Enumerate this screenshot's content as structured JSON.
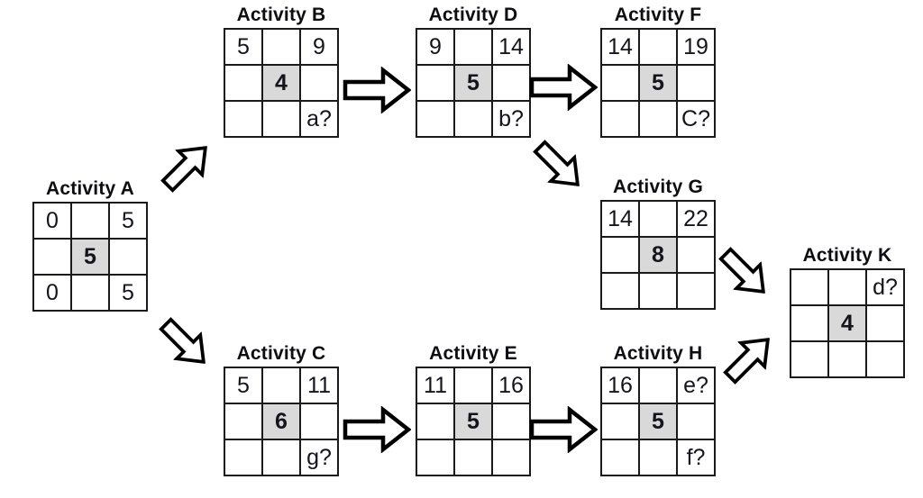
{
  "diagram_type": "activity-on-node network diagram",
  "colors": {
    "background": "#ffffff",
    "grid_line": "#1a1a1a",
    "duration_cell_fill": "#d9d9d9",
    "arrow_fill": "#ffffff",
    "arrow_outline": "#000000",
    "text": "#14141c"
  },
  "activities": {
    "A": {
      "title": "Activity A",
      "grid": [
        [
          "0",
          "",
          "5"
        ],
        [
          "",
          "5",
          ""
        ],
        [
          "0",
          "",
          "5"
        ]
      ]
    },
    "B": {
      "title": "Activity B",
      "grid": [
        [
          "5",
          "",
          "9"
        ],
        [
          "",
          "4",
          ""
        ],
        [
          "",
          "",
          "a?"
        ]
      ]
    },
    "C": {
      "title": "Activity C",
      "grid": [
        [
          "5",
          "",
          "11"
        ],
        [
          "",
          "6",
          ""
        ],
        [
          "",
          "",
          "g?"
        ]
      ]
    },
    "D": {
      "title": "Activity D",
      "grid": [
        [
          "9",
          "",
          "14"
        ],
        [
          "",
          "5",
          ""
        ],
        [
          "",
          "",
          "b?"
        ]
      ]
    },
    "E": {
      "title": "Activity E",
      "grid": [
        [
          "11",
          "",
          "16"
        ],
        [
          "",
          "5",
          ""
        ],
        [
          "",
          "",
          ""
        ]
      ]
    },
    "F": {
      "title": "Activity F",
      "grid": [
        [
          "14",
          "",
          "19"
        ],
        [
          "",
          "5",
          ""
        ],
        [
          "",
          "",
          "C?"
        ]
      ]
    },
    "G": {
      "title": "Activity G",
      "grid": [
        [
          "14",
          "",
          "22"
        ],
        [
          "",
          "8",
          ""
        ],
        [
          "",
          "",
          ""
        ]
      ]
    },
    "H": {
      "title": "Activity H",
      "grid": [
        [
          "16",
          "",
          "e?"
        ],
        [
          "",
          "5",
          ""
        ],
        [
          "",
          "",
          "f?"
        ]
      ]
    },
    "K": {
      "title": "Activity K",
      "grid": [
        [
          "",
          "",
          "d?"
        ],
        [
          "",
          "4",
          ""
        ],
        [
          "",
          "",
          ""
        ]
      ]
    }
  },
  "edges": [
    {
      "from": "A",
      "to": "B",
      "direction": "up-right"
    },
    {
      "from": "A",
      "to": "C",
      "direction": "down-right"
    },
    {
      "from": "B",
      "to": "D",
      "direction": "right"
    },
    {
      "from": "D",
      "to": "F",
      "direction": "right"
    },
    {
      "from": "D",
      "to": "G",
      "direction": "down-right"
    },
    {
      "from": "C",
      "to": "E",
      "direction": "right"
    },
    {
      "from": "E",
      "to": "H",
      "direction": "right"
    },
    {
      "from": "G",
      "to": "K",
      "direction": "down-right"
    },
    {
      "from": "H",
      "to": "K",
      "direction": "up-right"
    }
  ]
}
